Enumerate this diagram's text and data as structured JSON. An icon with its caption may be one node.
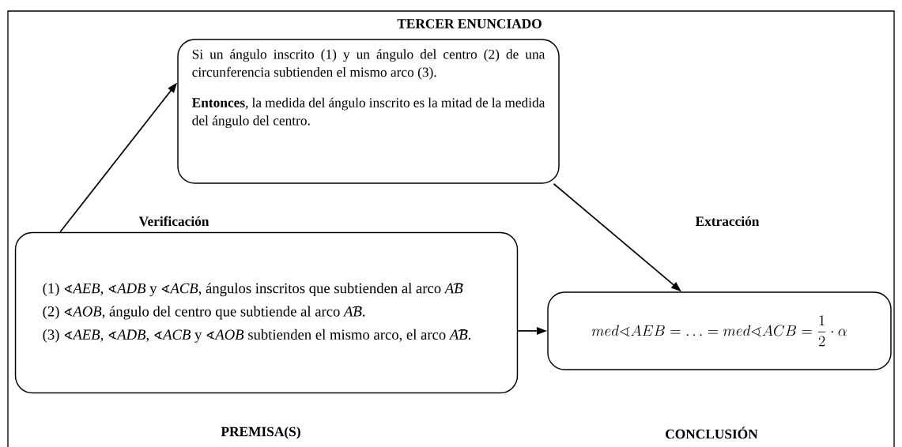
{
  "diagram": {
    "nodes": [
      {
        "text": [
          "TERCER ENUNCIADO",
          "Si un ángulo inscrito (1) y un ángulo del centro (2) de una circunferencia subtienden el mismo arco (3).",
          "**Entonces**, la medida del ángulo inscrito es la mitad de la medida del ángulo del centro."
        ]
      },
      {
        "text": [
          "(1) *∢AEB*, *∢ADB* y *∢ACB*, ángulos inscritos que subtienden al arco *A͡B*",
          "(2) *∢AOB*, ángulo del centro que subtiende al arco *A͡B*.",
          "(3) *∢AEB*, *∢ADB*, *∢ACB* y *∢AOB* subtienden el mismo arco, el arco *A͡B*.",
          "PREMISA(S)"
        ]
      },
      {
        "text": [
          "med\\sphericalangle AEB=\\ldots=med\\sphericalangle ACB=\\frac{1}{2}\\cdot\\alpha",
          "CONCLUSIÓN"
        ]
      }
    ],
    "edges": [
      {
        "from": 1,
        "to": 0,
        "arrow": "to",
        "label": "Verificación"
      },
      {
        "from": 0,
        "to": 2,
        "arrow": "to",
        "label": "Extracción"
      },
      {
        "from": 1,
        "to": 2,
        "arrow": "to"
      }
    ]
  }
}
